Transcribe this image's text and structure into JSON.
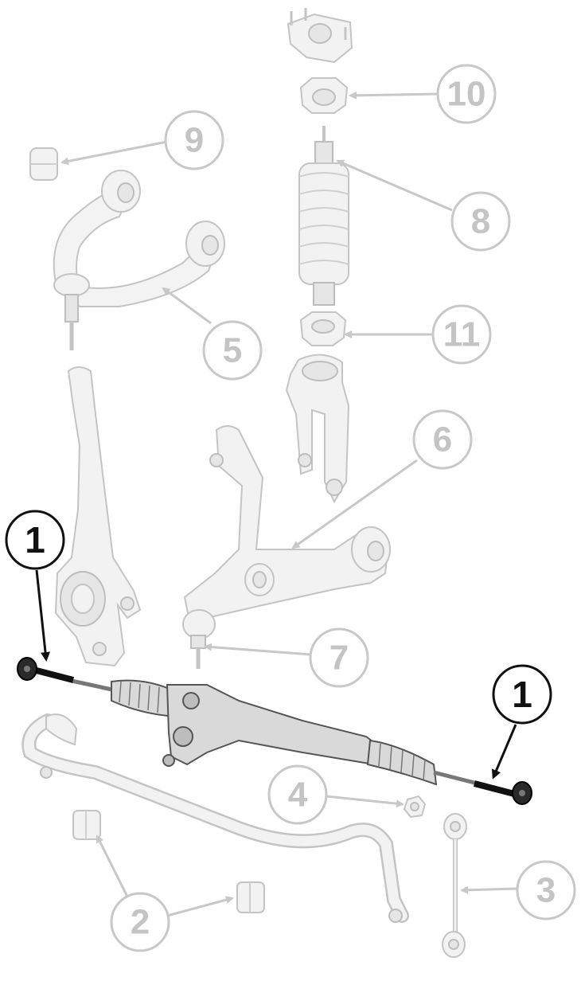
{
  "colors": {
    "faded_part": "#c4c4c4",
    "highlight": "#111111",
    "background": "#ffffff"
  },
  "callouts": [
    {
      "id": "1a",
      "label": "1",
      "highlighted": true
    },
    {
      "id": "1b",
      "label": "1",
      "highlighted": true
    },
    {
      "id": "2",
      "label": "2",
      "highlighted": false
    },
    {
      "id": "3",
      "label": "3",
      "highlighted": false
    },
    {
      "id": "4",
      "label": "4",
      "highlighted": false
    },
    {
      "id": "5",
      "label": "5",
      "highlighted": false
    },
    {
      "id": "6",
      "label": "6",
      "highlighted": false
    },
    {
      "id": "7",
      "label": "7",
      "highlighted": false
    },
    {
      "id": "8",
      "label": "8",
      "highlighted": false
    },
    {
      "id": "9",
      "label": "9",
      "highlighted": false
    },
    {
      "id": "10",
      "label": "10",
      "highlighted": false
    },
    {
      "id": "11",
      "label": "11",
      "highlighted": false
    }
  ]
}
